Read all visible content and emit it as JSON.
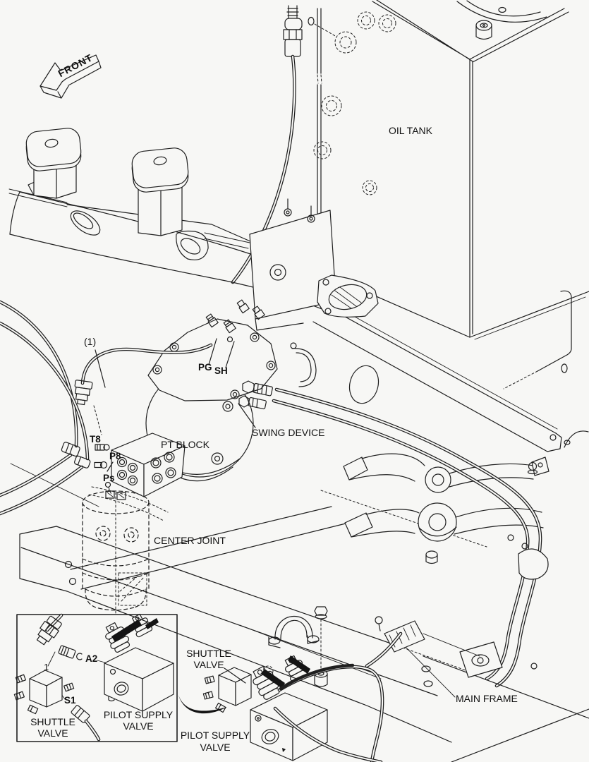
{
  "diagram": {
    "direction_arrow": "FRONT",
    "background_color": "#f7f7f5",
    "line_color": "#1f1f1f"
  },
  "labels": {
    "oil_tank": "OIL TANK",
    "swing_device": "SWING DEVICE",
    "pt_block": "PT BLOCK",
    "center_joint": "CENTER JOINT",
    "main_frame": "MAIN FRAME",
    "shuttle_valve": {
      "line1": "SHUTTLE",
      "line2": "VALVE"
    },
    "pilot_supply_valve": {
      "line1": "PILOT SUPPLY",
      "line2": "VALVE"
    }
  },
  "ports": {
    "pg": "PG",
    "sh": "SH",
    "t8": "T8",
    "p8": "P8",
    "ps": "Ps",
    "ref_1": "(1)"
  },
  "inset": {
    "item_1": "1",
    "a2": "A2",
    "s1": "S1",
    "shuttle_valve": {
      "line1": "SHUTTLE",
      "line2": "VALVE"
    },
    "pilot_supply_valve": {
      "line1": "PILOT SUPPLY",
      "line2": "VALVE"
    }
  }
}
